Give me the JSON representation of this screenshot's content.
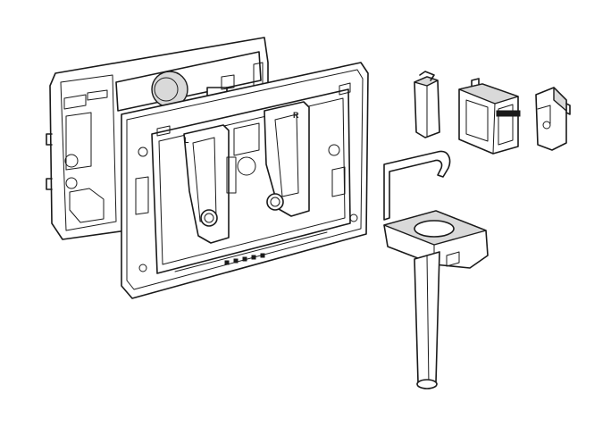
{
  "figure": {
    "labels": {
      "left": "L",
      "right": "R"
    },
    "parts": [
      "rear-mounting-frame",
      "front-actuator-frame",
      "small-clip",
      "square-bracket",
      "angled-clip",
      "extension-rod-with-hook"
    ]
  }
}
